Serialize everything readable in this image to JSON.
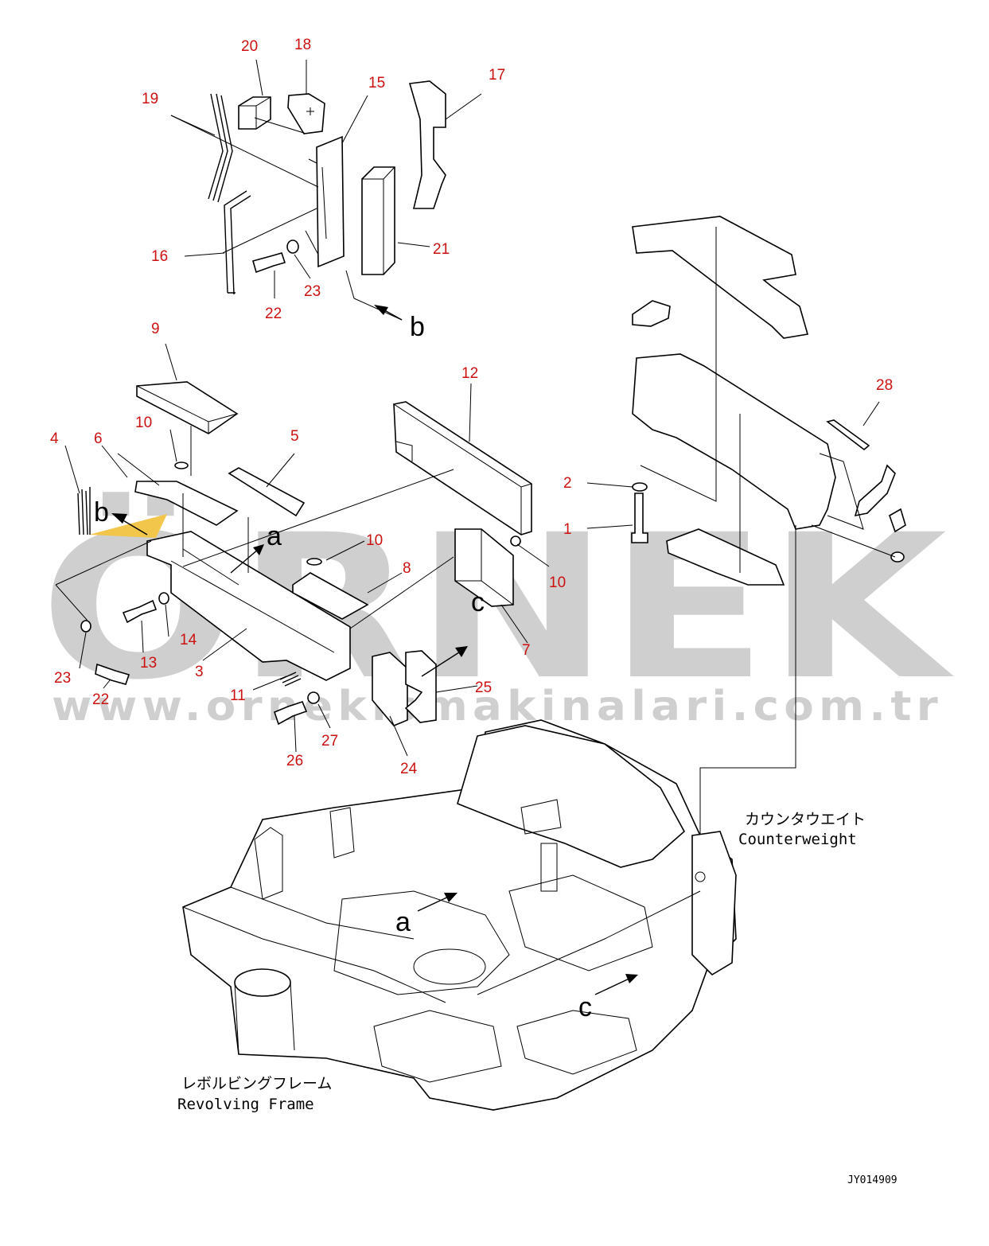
{
  "watermark": {
    "brand": "ÖRNEK",
    "url": "www.ornekismakinalari.com.tr",
    "color": "#cfcfcf"
  },
  "callouts": [
    {
      "id": "c20",
      "text": "20"
    },
    {
      "id": "c18",
      "text": "18"
    },
    {
      "id": "c15",
      "text": "15"
    },
    {
      "id": "c17",
      "text": "17"
    },
    {
      "id": "c19",
      "text": "19"
    },
    {
      "id": "c16",
      "text": "16"
    },
    {
      "id": "c22a",
      "text": "22"
    },
    {
      "id": "c23a",
      "text": "23"
    },
    {
      "id": "c21",
      "text": "21"
    },
    {
      "id": "c9",
      "text": "9"
    },
    {
      "id": "c12",
      "text": "12"
    },
    {
      "id": "c28",
      "text": "28"
    },
    {
      "id": "c10a",
      "text": "10"
    },
    {
      "id": "c4",
      "text": "4"
    },
    {
      "id": "c6",
      "text": "6"
    },
    {
      "id": "c5",
      "text": "5"
    },
    {
      "id": "c2",
      "text": "2"
    },
    {
      "id": "c1",
      "text": "1"
    },
    {
      "id": "c10b",
      "text": "10"
    },
    {
      "id": "c8",
      "text": "8"
    },
    {
      "id": "c10c",
      "text": "10"
    },
    {
      "id": "c14",
      "text": "14"
    },
    {
      "id": "c7",
      "text": "7"
    },
    {
      "id": "c23b",
      "text": "23"
    },
    {
      "id": "c13",
      "text": "13"
    },
    {
      "id": "c3",
      "text": "3"
    },
    {
      "id": "c22b",
      "text": "22"
    },
    {
      "id": "c11",
      "text": "11"
    },
    {
      "id": "c25",
      "text": "25"
    },
    {
      "id": "c27",
      "text": "27"
    },
    {
      "id": "c26",
      "text": "26"
    },
    {
      "id": "c24",
      "text": "24"
    }
  ],
  "view_letters": {
    "b_top": "b",
    "b_left": "b",
    "a_top": "a",
    "c_top": "c",
    "a_frame": "a",
    "c_frame": "c"
  },
  "captions": {
    "counterweight_jp": "カウンタウエイト",
    "counterweight_en": "Counterweight",
    "frame_jp": "レボルビングフレーム",
    "frame_en": "Revolving Frame",
    "drawing_code": "JY014909"
  },
  "colors": {
    "callout": "#cc1111",
    "line": "#000000"
  }
}
